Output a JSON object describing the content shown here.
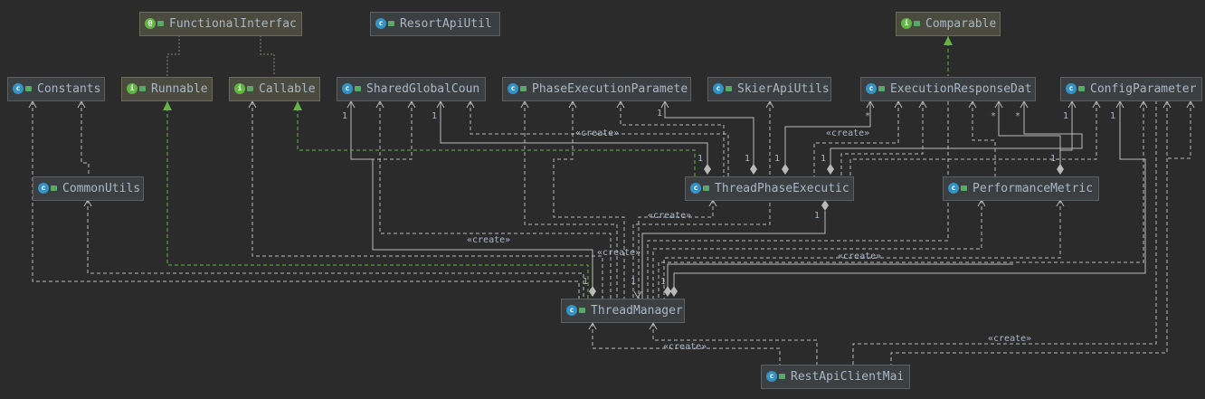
{
  "nodes": {
    "functional_interface": {
      "name": "FunctionalInterfac",
      "kind": "annotation"
    },
    "resort_api_utils": {
      "name": "ResortApiUtil",
      "kind": "class"
    },
    "comparable": {
      "name": "Comparable",
      "kind": "interface"
    },
    "constants": {
      "name": "Constants",
      "kind": "class"
    },
    "runnable": {
      "name": "Runnable",
      "kind": "interface"
    },
    "callable": {
      "name": "Callable",
      "kind": "interface"
    },
    "shared_global_counter": {
      "name": "SharedGlobalCoun",
      "kind": "class"
    },
    "phase_execution_parameter": {
      "name": "PhaseExecutionParamete",
      "kind": "class"
    },
    "skier_api_utils": {
      "name": "SkierApiUtils",
      "kind": "class"
    },
    "execution_response_data": {
      "name": "ExecutionResponseDat",
      "kind": "class"
    },
    "config_parameter": {
      "name": "ConfigParameter",
      "kind": "class"
    },
    "common_utils": {
      "name": "CommonUtils",
      "kind": "class"
    },
    "thread_phase_execution": {
      "name": "ThreadPhaseExecutic",
      "kind": "class"
    },
    "performance_metric": {
      "name": "PerformanceMetric",
      "kind": "class"
    },
    "thread_manager": {
      "name": "ThreadManager",
      "kind": "class"
    },
    "rest_api_client_main": {
      "name": "RestApiClientMai",
      "kind": "class"
    }
  },
  "edge_labels": {
    "create": "«create»",
    "one": "1",
    "many": "*"
  },
  "colors": {
    "background": "#2b2b2b",
    "node_fill": "#3c3f41",
    "interface_fill": "#4a4a3f",
    "line": "#b9b9b9",
    "realization": "#62b543",
    "class_icon": "#3592c4",
    "interface_icon": "#62b543"
  }
}
